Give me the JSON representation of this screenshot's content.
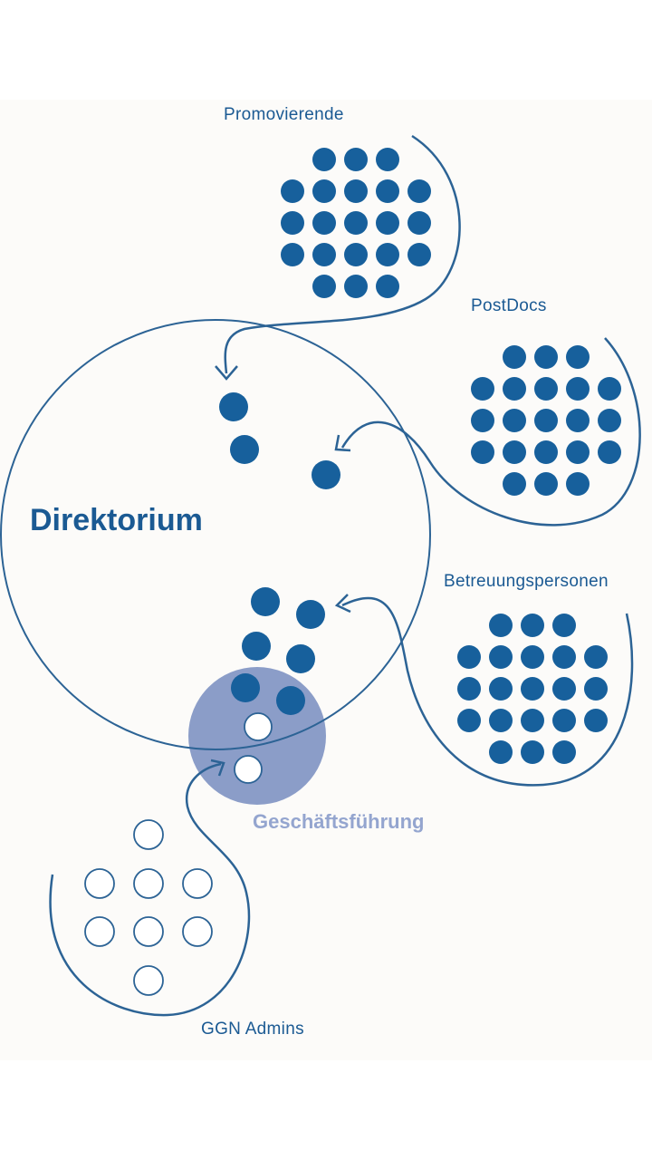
{
  "labels": {
    "promovierende": "Promovierende",
    "postdocs": "PostDocs",
    "betreuung": "Betreuungspersonen",
    "direktorium": "Direktorium",
    "geschaeftsfuehrung": "Geschäftsführung",
    "ggn_admins": "GGN Admins"
  },
  "colors": {
    "background": "#fcfbf9",
    "primary": "#17609c",
    "line": "#2c6395",
    "highlight": "#8b9dc8",
    "highlight_text": "#94a5cf"
  }
}
